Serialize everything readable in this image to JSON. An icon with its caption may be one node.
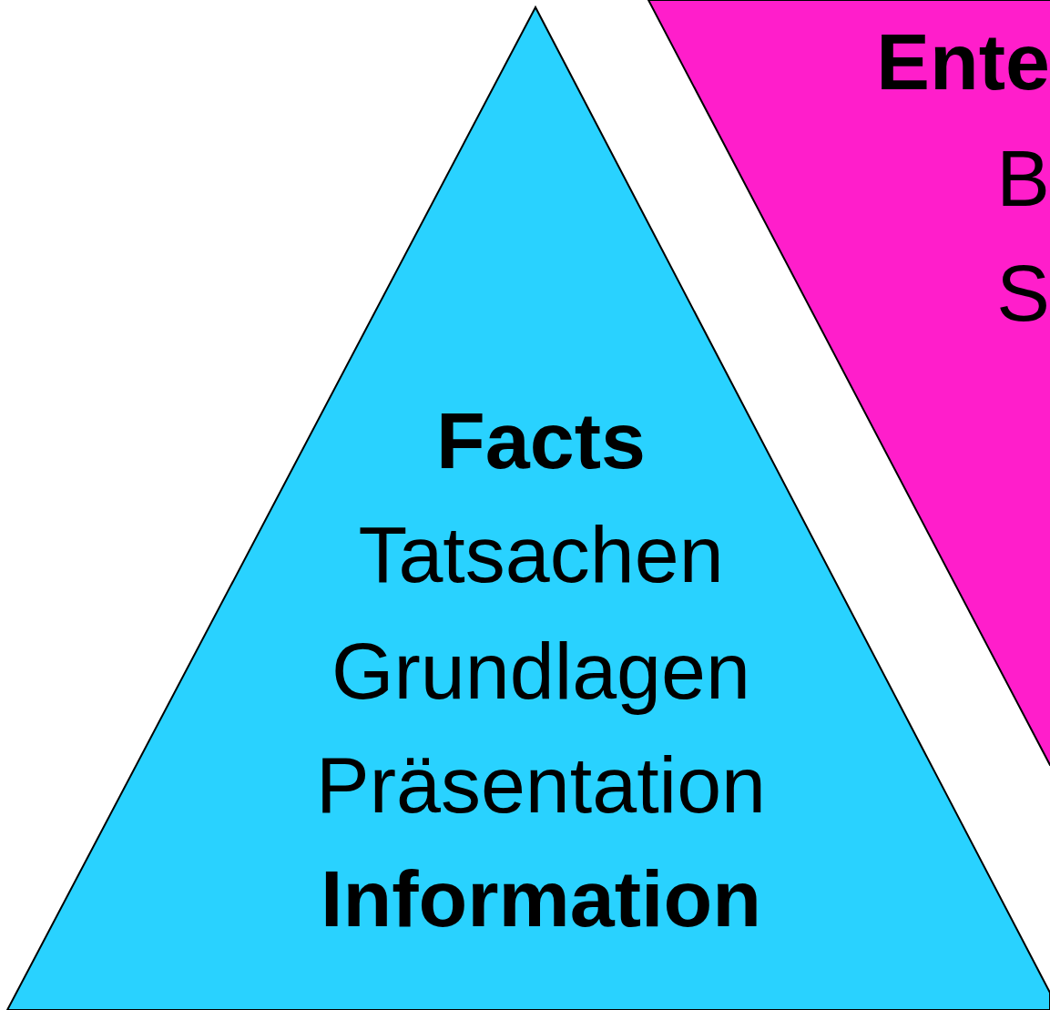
{
  "diagram": {
    "nodes": [
      {
        "text": [
          "Facts",
          "Tatsachen",
          "Grundlagen",
          "Präsentation",
          "Information"
        ]
      },
      {
        "text": [
          "Ente",
          "B",
          "S"
        ]
      }
    ]
  }
}
